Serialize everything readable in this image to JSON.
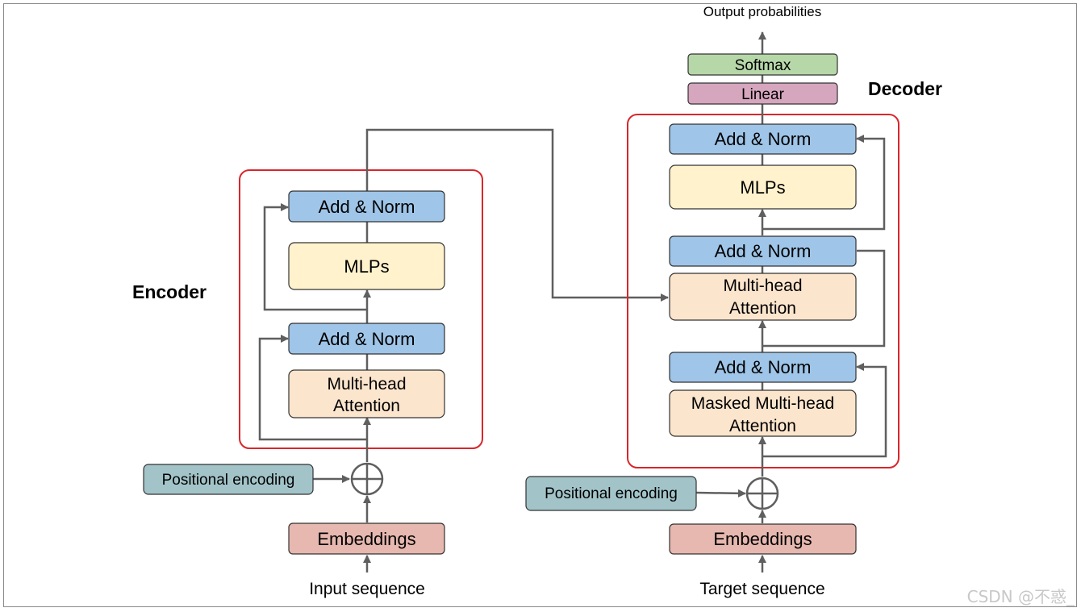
{
  "colors": {
    "addnorm": "#9fc5e8",
    "mlp": "#fff2cc",
    "attention": "#fce5cd",
    "positional": "#a2c4c9",
    "embeddings": "#e6b8af",
    "softmax": "#b6d7a8",
    "linear": "#d5a6bd",
    "module_border": "#d9262b",
    "arrow": "#5f5f5f"
  },
  "encoder": {
    "title": "Encoder",
    "add_norm_top": "Add & Norm",
    "mlps": "MLPs",
    "add_norm_bottom": "Add & Norm",
    "attention": [
      "Multi-head",
      "Attention"
    ],
    "positional": "Positional encoding",
    "embeddings": "Embeddings",
    "input": "Input sequence"
  },
  "decoder": {
    "title": "Decoder",
    "output": "Output probabilities",
    "softmax": "Softmax",
    "linear": "Linear",
    "add_norm_top": "Add & Norm",
    "mlps": "MLPs",
    "add_norm_middle": "Add & Norm",
    "cross_attention": [
      "Multi-head",
      "Attention"
    ],
    "add_norm_bottom": "Add & Norm",
    "masked_attention": [
      "Masked Multi-head",
      "Attention"
    ],
    "positional": "Positional encoding",
    "embeddings": "Embeddings",
    "input": "Target sequence"
  },
  "watermark": "CSDN @不惑_"
}
